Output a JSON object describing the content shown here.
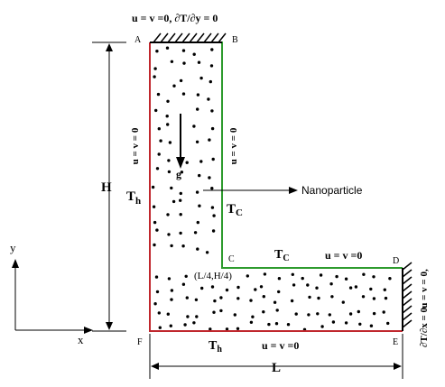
{
  "labels": {
    "top_bc": "u = v =0, ∂T/∂y = 0",
    "left_bc": "u = v = 0",
    "inner_vertical_bc": "u = v = 0",
    "bottom_bc": "u = v =0",
    "inner_horizontal_bc": "u = v =0",
    "right_bc_slip": "u = v = 0,",
    "right_bc_temp": "∂T/∂x = 0",
    "gravity": "g",
    "H": "H",
    "L": "L",
    "Th_left": "T",
    "Th_left_sub": "h",
    "Th_bottom": "T",
    "Th_bottom_sub": "h",
    "Tc_vertical": "T",
    "Tc_vertical_sub": "C",
    "Tc_horizontal": "T",
    "Tc_horizontal_sub": "C",
    "nanoparticle": "Nanoparticle",
    "heat_source": "(L/4,H/4)",
    "axis_x": "x",
    "axis_y": "y",
    "corners": {
      "A": "A",
      "B": "B",
      "C": "C",
      "D": "D",
      "E": "E",
      "F": "F"
    }
  },
  "colors": {
    "hot_wall": "#c0272d",
    "cold_wall": "#2e9b2e",
    "adiabatic_wall": "#000000",
    "particle": "#000000"
  }
}
